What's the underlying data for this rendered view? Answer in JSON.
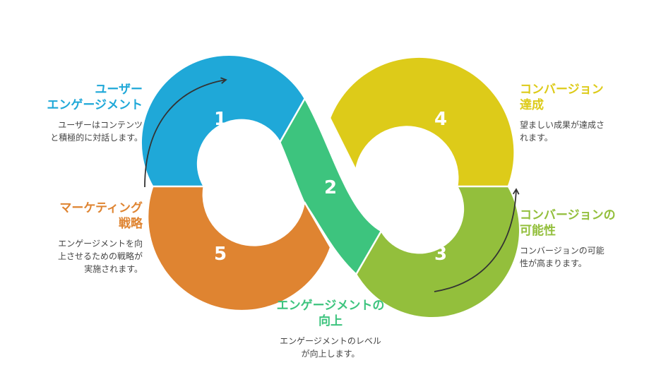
{
  "colors": {
    "s1": "#1fa8d8",
    "s2": "#3dc47e",
    "s3": "#93bf3c",
    "s4": "#ddcb19",
    "s5": "#df8431",
    "arrow": "#333333"
  },
  "steps": [
    {
      "num": "1",
      "title": "ユーザー\nエンゲージメント",
      "desc": "ユーザーはコンテンツ\nと積極的に対話します。"
    },
    {
      "num": "2",
      "title": "エンゲージメントの\n向上",
      "desc": "エンゲージメントのレベル\nが向上します。"
    },
    {
      "num": "3",
      "title": "コンバージョンの\n可能性",
      "desc": "コンバージョンの可能\n性が高まります。"
    },
    {
      "num": "4",
      "title": "コンバージョン\n達成",
      "desc": "望ましい成果が達成さ\nれます。"
    },
    {
      "num": "5",
      "title": "マーケティング\n戦略",
      "desc": "エンゲージメントを向\n上させるための戦略が\n実施されます。"
    }
  ]
}
